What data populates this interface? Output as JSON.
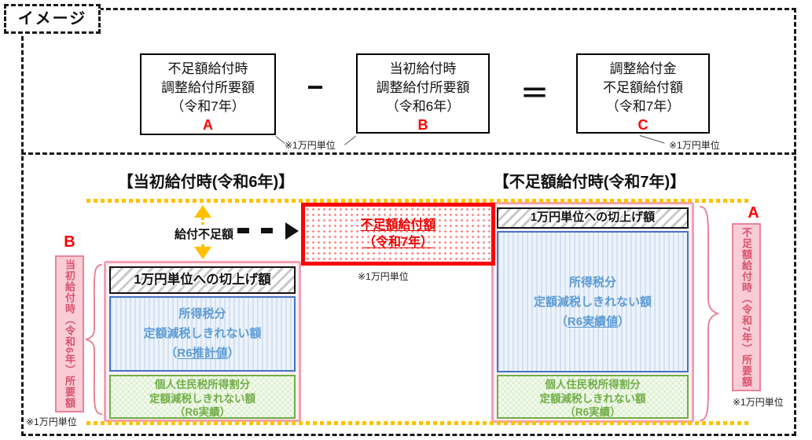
{
  "badge": "イメージ",
  "formula": {
    "box_a": {
      "l1": "不足額給付時",
      "l2": "調整給付所要額",
      "l3": "（令和7年）",
      "letter": "A"
    },
    "minus": "−",
    "box_b": {
      "l1": "当初給付時",
      "l2": "調整給付所要額",
      "l3": "（令和6年）",
      "letter": "B"
    },
    "equals": "＝",
    "box_c": {
      "l1": "調整給付金",
      "l2": "不足額給付額",
      "l3": "（令和7年）",
      "letter": "C"
    },
    "note_ab": "※1万円単位",
    "note_c": "※1万円単位"
  },
  "gap": {
    "label": "給付不足額",
    "box_l1": "不足額給付額",
    "box_l2": "（令和7年）",
    "note": "※1万円単位"
  },
  "left": {
    "header": "【当初給付時(令和6年)】",
    "letter": "B",
    "side_label": "当初給付時（令和6年）所要額",
    "note": "※1万円単位",
    "rounding": "1万円単位への切上げ額",
    "income_l1": "所得税分",
    "income_l2": "定額減税しきれない額",
    "income_value": "R6推計値",
    "resident_l1": "個人住民税所得割分",
    "resident_l2": "定額減税しきれない額",
    "resident_value": "R6実績"
  },
  "right": {
    "header": "【不足額給付時(令和7年)】",
    "letter": "A",
    "side_label": "不足額給付時（令和7年）所要額",
    "note": "※1万円単位",
    "rounding": "1万円単位への切上げ額",
    "income_l1": "所得税分",
    "income_l2": "定額減税しきれない額",
    "income_value": "R6実績値",
    "resident_l1": "個人住民税所得割分",
    "resident_l2": "定額減税しきれない額",
    "resident_value": "R6実績"
  },
  "punct": {
    "open": "（",
    "close": "）"
  },
  "colors": {
    "accent_yellow": "#FFC000",
    "red": "#FF0000",
    "pink_border": "#F2A0B2",
    "pink_fill": "#F9CCD6",
    "pink_text": "#D9536E",
    "blue_border": "#4472C4",
    "blue_text": "#5B9BD5",
    "green": "#70AD47",
    "black": "#1A1A1A"
  }
}
